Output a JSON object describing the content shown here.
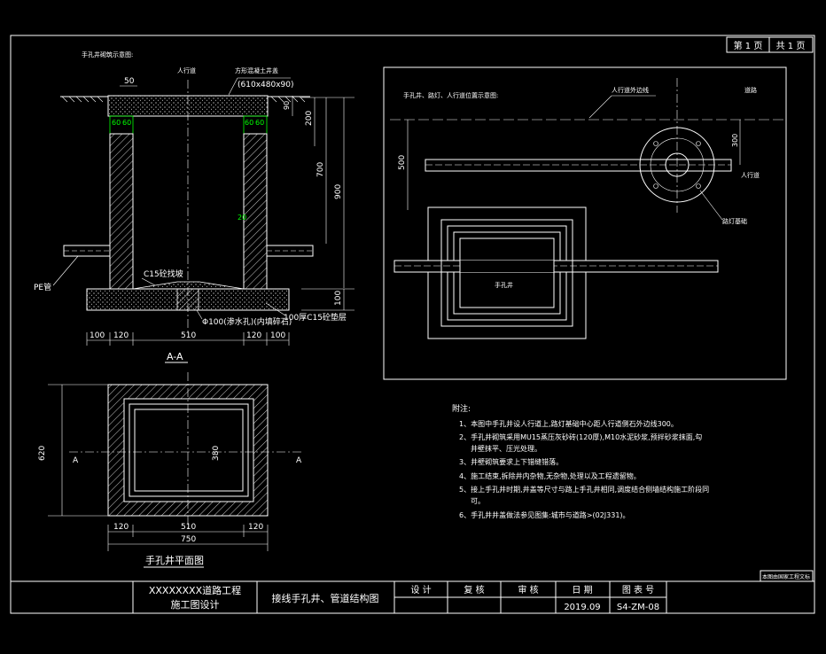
{
  "header": {
    "page_label": "第 1 页",
    "total_label": "共 1 页"
  },
  "section": {
    "note_title": "手孔井砌筑示意图:",
    "sidewalk_label": "人行道",
    "cover_label": "方形混凝土井盖",
    "cover_size": "(610x480x90)",
    "dim_50": "50",
    "dim_60a": "60",
    "dim_60b": "60",
    "dim_60c": "60",
    "dim_60d": "60",
    "dim_90": "90",
    "dim_200": "200",
    "dim_700": "700",
    "dim_900": "900",
    "dim_100_right": "100",
    "dim_20": "20",
    "pe_label": "PE管",
    "c15_label": "C15砼找坡",
    "drain_label": "Φ100(渗水孔)(内填碎石)",
    "base_label": "100厚C15砼垫层",
    "bottom_dims": [
      "100",
      "120",
      "510",
      "120",
      "100"
    ],
    "section_title": "A-A"
  },
  "plan": {
    "dim_620": "620",
    "dim_380": "380",
    "dim_120a": "120",
    "dim_510": "510",
    "dim_120b": "120",
    "dim_750": "750",
    "a_left": "A",
    "a_right": "A",
    "title": "手孔井平面图"
  },
  "layout": {
    "title": "手孔井、路灯、人行道位置示意图:",
    "curb_label": "人行道外边线",
    "road_label": "道路",
    "dim_500": "500",
    "dim_300": "300",
    "sidewalk_label": "人行道",
    "lamp_label": "路灯基础",
    "well_label": "手孔井"
  },
  "notes": {
    "heading": "附注:",
    "items": [
      "1、本图中手孔井设人行道上,路灯基础中心距人行道侧石外边线300。",
      "2、手孔井砌筑采用MU15蒸压灰砂砖(120厚),M10水泥砂浆,预拌砂浆抹面,勾",
      "井壁抹平、压光处理。",
      "3、井壁砌筑要求上下错缝错落。",
      "4、施工结束,拆除井内杂物,无杂物,处理以及工程遗留物。",
      "5、接上手孔井时期,井盖等尺寸与路上手孔井相同,调度结合侧墙结构施工阶段同",
      "可。",
      "6、手孔井井盖做法参见图集:城市与道路>(02J331)。"
    ]
  },
  "side_note": "本图由国家工程文标",
  "titleblock": {
    "project": "XXXXXXXX道路工程",
    "stage": "施工图设计",
    "drawing_title": "接线手孔井、管道结构图",
    "design": "设  计",
    "review": "复  核",
    "audit": "审  核",
    "date_label": "日  期",
    "drawing_no_label": "图 表 号",
    "date": "2019.09",
    "drawing_no": "S4-ZM-08"
  }
}
